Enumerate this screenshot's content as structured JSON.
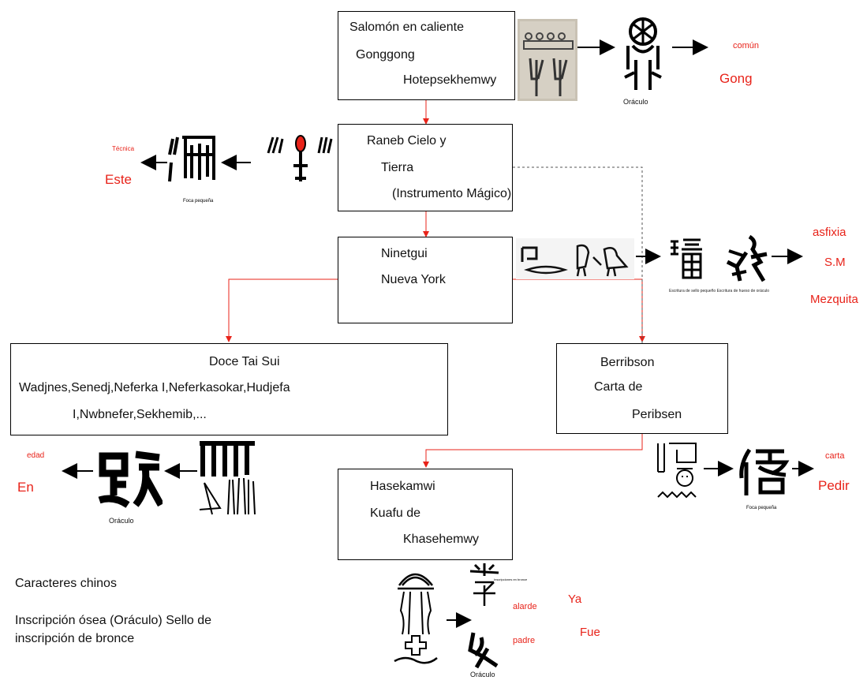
{
  "colors": {
    "accent_red": "#e8231a",
    "line_black": "#000000",
    "box_border": "#000000"
  },
  "boxes": {
    "salomon": {
      "line1": "Salomón en caliente",
      "line2": "Gonggong",
      "line3": "Hotepsekhemwy"
    },
    "raneb": {
      "line1": "Raneb Cielo y",
      "line2": "Tierra",
      "line3": "(Instrumento Mágico)"
    },
    "ninetgui": {
      "line1": "Ninetgui",
      "line2": "Nueva York"
    },
    "doce": {
      "line1": "Doce Tai Sui",
      "line2": "Wadjnes,Senedj,Neferka I,Neferkasokar,Hudjefa",
      "line3": "I,Nwbnefer,Sekhemib,..."
    },
    "berribson": {
      "line1": "Berribson",
      "line2": "Carta de",
      "line3": "Peribsen"
    },
    "hasekamwi": {
      "line1": "Hasekamwi",
      "line2": "Kuafu de",
      "line3": "Khasehemwy"
    }
  },
  "labels": {
    "gong_small": "común",
    "gong_big": "Gong",
    "oracle_top": "Oráculo",
    "este_small": "Técnica",
    "este_big": "Este",
    "foca_left": "Foca pequeña",
    "asfixia": "asfixia",
    "sm": "S.M",
    "mezquita": "Mezquita",
    "sello_caption": "Escritura de sello pequeño Escritura de hueso de oráculo",
    "edad": "edad",
    "en": "En",
    "oracle_left": "Oráculo",
    "carta": "carta",
    "pedir": "Pedir",
    "foca_right": "Foca pequeña",
    "bronce_caption": "Inscripciones en bronce",
    "alarde": "alarde",
    "ya": "Ya",
    "padre": "padre",
    "fue": "Fue",
    "oracle_bottom": "Oráculo"
  },
  "legend": {
    "line1": "Caracteres chinos",
    "line2": "Inscripción ósea (Oráculo) Sello de",
    "line3": "inscripción de bronce"
  },
  "icons": [
    "hieroglyph-gong-photo",
    "oracle-gong-glyph",
    "hieroglyph-este",
    "seal-este-glyph",
    "hieroglyph-birds",
    "seal-char-glyph",
    "oracle-char-glyph",
    "hieroglyph-comb",
    "oracle-en-glyph",
    "hieroglyph-pedir",
    "seal-pedir-glyph",
    "hieroglyph-figure",
    "bronze-char-glyph",
    "oracle-fue-glyph"
  ]
}
